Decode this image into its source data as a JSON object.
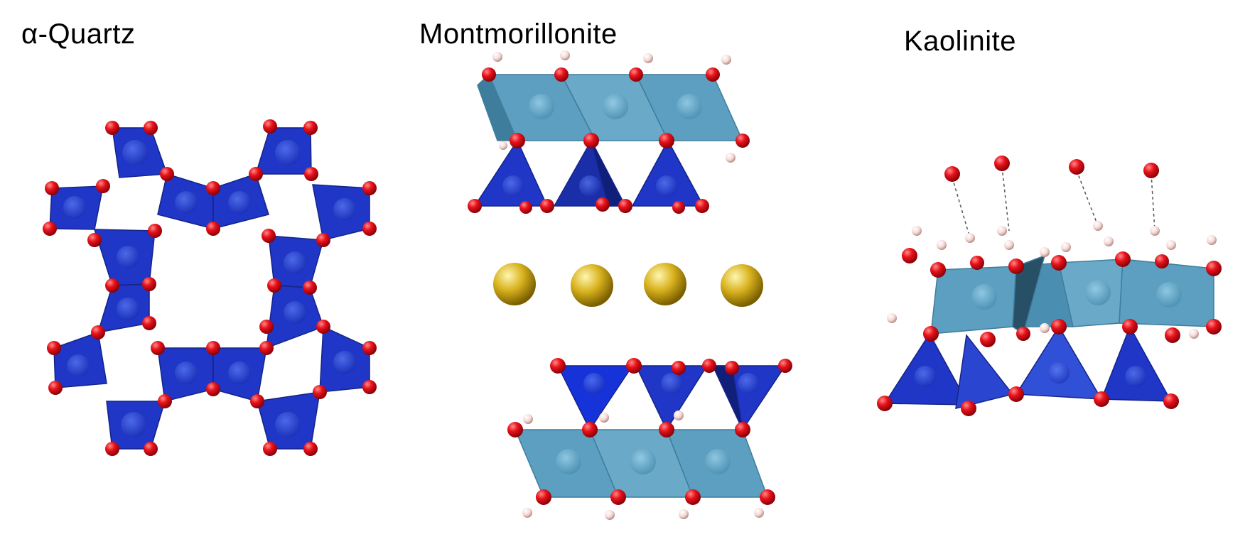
{
  "labels": {
    "quartz": "α-Quartz",
    "montmorillonite": "Montmorillonite",
    "kaolinite": "Kaolinite"
  },
  "colors": {
    "tetrahedron": "#1f36c6",
    "tetrahedron_dark": "#142488",
    "octahedron": "#5c9fc0",
    "octahedron_dark": "#3f7d9c",
    "oxygen": "#e8121a",
    "hydrogen": "#f4d9d6",
    "cation": "#d8b21e"
  },
  "legend_icons": [
    "tetrahedron-icon",
    "octahedron-icon",
    "oxygen-atom-icon",
    "hydrogen-atom-icon",
    "cation-icon"
  ]
}
